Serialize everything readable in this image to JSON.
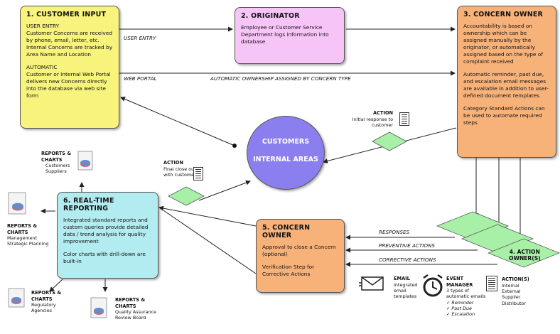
{
  "customer_input": {
    "title": "1. CUSTOMER INPUT",
    "user_entry_head": "USER ENTRY",
    "user_entry_body": "Customer Concerns are received by phone, email, letter, etc. Internal Concerns are tracked by Area Name and Location",
    "automatic_head": "AUTOMATIC",
    "automatic_body": "Customer or Internal Web Portal delivers new Concerns directly into the database via web site form"
  },
  "originator": {
    "title": "2. ORIGINATOR",
    "body": "Employee or Customer Service Department logs information into database"
  },
  "concern_owner_3": {
    "title": "3. CONCERN OWNER",
    "p1": "Accountability is based on ownership which can be assigned manually by the originator, or automatically assigned based on the type of complaint received",
    "p2": "Automatic reminder, past due, and escalation email messages are available in addition to user-defined document templates",
    "p3": "Category Standard Actions can be used to automate required steps"
  },
  "customers_circle": {
    "line1": "CUSTOMERS",
    "line2": "INTERNAL AREAS"
  },
  "realtime": {
    "title": "6. REAL-TIME REPORTING",
    "p1": "Integrated standard reports and custom queries provide detailed data / trend analysis for quality improvement",
    "p2": "Color charts with drill-down are built-in"
  },
  "concern_owner_5": {
    "title": "5. CONCERN OWNER",
    "p1": "Approval to close a Concern (optional)",
    "p2": "Verification Step for Corrective Actions"
  },
  "action_owner": {
    "line1": "4. ACTION",
    "line2": "OWNER(S)"
  },
  "flow_labels": {
    "user_entry": "USER ENTRY",
    "web_portal": "WEB PORTAL",
    "auto_ownership": "AUTOMATIC OWNERSHIP ASSIGNED BY CONCERN TYPE",
    "responses": "RESPONSES",
    "preventive": "PREVENTIVE ACTIONS",
    "corrective": "CORRECTIVE ACTIONS"
  },
  "action_initial": {
    "head": "ACTION",
    "body": "Initial response to customer"
  },
  "action_final": {
    "head": "ACTION",
    "body": "Final close out with customer"
  },
  "reports": {
    "head": "REPORTS &",
    "head2": "CHARTS",
    "customers": {
      "l1": "Customers",
      "l2": "Suppliers"
    },
    "management": {
      "l1": "Management",
      "l2": "Strategic Planning"
    },
    "regulatory": {
      "l1": "Regulatory",
      "l2": "Agencies"
    },
    "quality": {
      "l1": "Quality Assurance",
      "l2": "Review Board"
    }
  },
  "email": {
    "head": "EMAIL",
    "body": "Integrated email templates"
  },
  "event_manager": {
    "head": "EVENT",
    "head2": "MANAGER",
    "body": "3 types of automatic emails",
    "items": [
      "Reminder",
      "Past Due",
      "Escalation"
    ]
  },
  "actions_recipients": {
    "head": "ACTION(S)",
    "items": [
      "Internal",
      "External",
      "Supplier",
      "Distributor"
    ]
  },
  "colors": {
    "yellow": "#f7f37c",
    "pink": "#f7c4f7",
    "orange": "#f7b27a",
    "cyan": "#b3ecf0",
    "purple": "#8b7ff0",
    "green": "#a8f0a8"
  }
}
